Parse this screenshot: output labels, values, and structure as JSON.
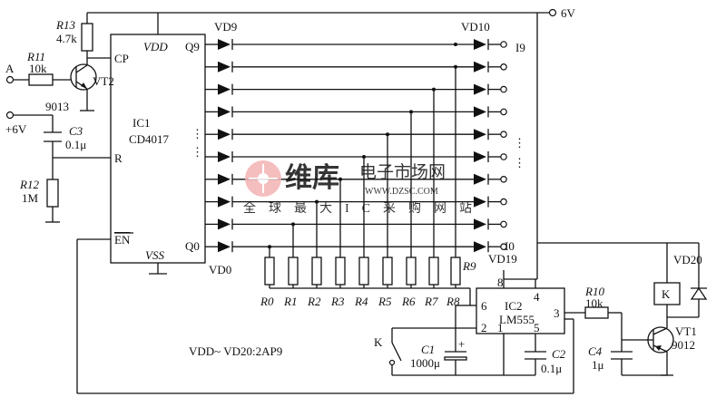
{
  "supply": {
    "label": "6V"
  },
  "ic1": {
    "name": "IC1",
    "part": "CD4017",
    "vdd": "VDD",
    "vss": "VSS",
    "pins": {
      "cp": "CP",
      "r": "R",
      "en": "EN",
      "q9": "Q9",
      "q0": "Q0"
    }
  },
  "vt2": {
    "name": "VT2",
    "part": "9013"
  },
  "input_a": {
    "label": "A"
  },
  "r13": {
    "name": "R13",
    "value": "4.7k"
  },
  "r11": {
    "name": "R11",
    "value": "10k"
  },
  "c3": {
    "name": "C3",
    "value": "0.1μ",
    "supply": "+6V"
  },
  "r12": {
    "name": "R12",
    "value": "1M"
  },
  "diodes": {
    "vd9": "VD9",
    "vd0": "VD0",
    "vd10": "VD10",
    "vd19": "VD19",
    "dots": "⋮"
  },
  "outputs": {
    "i9": "I9",
    "i0": "I0"
  },
  "resistor_array": {
    "labels": [
      "R0",
      "R1",
      "R2",
      "R3",
      "R4",
      "R5",
      "R6",
      "R7",
      "R8"
    ],
    "r9": "R9"
  },
  "ic2": {
    "name": "IC2",
    "part": "LM555",
    "pins": {
      "p8": "8",
      "p4": "4",
      "p6": "6",
      "p2": "2",
      "p1": "1",
      "p5": "5",
      "p3": "3"
    }
  },
  "switch_k": {
    "label": "K"
  },
  "c1": {
    "name": "C1",
    "value": "1000μ",
    "polarity": "+"
  },
  "c2": {
    "name": "C2",
    "value": "0.1μ"
  },
  "r10": {
    "name": "R10",
    "value": "10k"
  },
  "c4": {
    "name": "C4",
    "value": "1μ"
  },
  "vt1": {
    "name": "VT1",
    "part": "9012"
  },
  "vd20": {
    "name": "VD20"
  },
  "relay": {
    "label": "K"
  },
  "note": {
    "text": "VDD~ VD20:2AP9"
  },
  "watermark": {
    "brand": "维库",
    "title": "电子市场网",
    "url": "WWW.DZSC.COM",
    "slogan": "全球最大IC采购网站"
  }
}
